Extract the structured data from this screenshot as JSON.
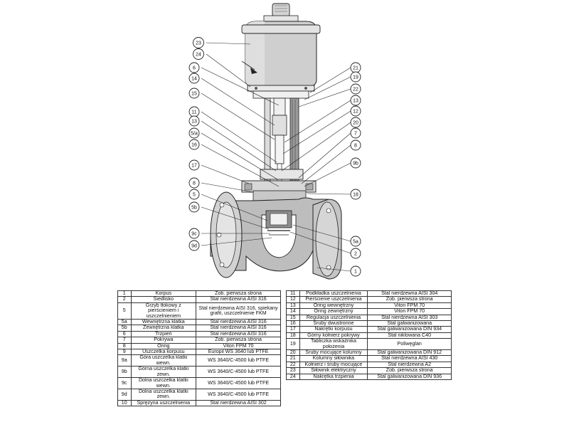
{
  "callouts_left": [
    "23",
    "24",
    "6",
    "14",
    "15",
    "11",
    "13",
    "5/a",
    "16",
    "17",
    "8",
    "5",
    "5b",
    "9c",
    "9d"
  ],
  "callouts_right": [
    "21",
    "19",
    "22",
    "13",
    "12",
    "20",
    "7",
    "8",
    "9b",
    "18",
    "5a",
    "2",
    "1"
  ],
  "parts_left": [
    {
      "no": "1",
      "name": "Korpus",
      "material": "Zob. pierwsza strona"
    },
    {
      "no": "2",
      "name": "Siedlisko",
      "material": "Stal nierdzewna AISI 316"
    },
    {
      "no": "5",
      "name": "Grzyb tłokowy z pierścieniem i uszczelnieniem",
      "material": "Stal nierdzewna AISI 316, spiekany grafit, uszczelnienie FKM"
    },
    {
      "no": "5a",
      "name": "Wewnętrzna klatka",
      "material": "Stal nierdzewna AISI 316"
    },
    {
      "no": "5b",
      "name": "Zewnętrzna klatka",
      "material": "Stal nierdzewna AISI 316"
    },
    {
      "no": "6",
      "name": "Trzpień",
      "material": "Stal nierdzewna AISI 316"
    },
    {
      "no": "7",
      "name": "Pokrywa",
      "material": "Zob. pierwsza strona"
    },
    {
      "no": "8",
      "name": "Oring",
      "material": "Viton FPM 70"
    },
    {
      "no": "9",
      "name": "Uszczelka korpusu",
      "material": "Europil WS 3640 lub PTFE"
    },
    {
      "no": "9a",
      "name": "Góra uszczelka klatki wewn.",
      "material": "WS 3640/C-4500 lub PTFE"
    },
    {
      "no": "9b",
      "name": "Górna uszczelka klatki zewn.",
      "material": "WS 3640/C-4500 lub PTFE"
    },
    {
      "no": "9c",
      "name": "Dolna uszczelka klatki wewn.",
      "material": "WS 3640/C-4500 lub PTFE"
    },
    {
      "no": "9d",
      "name": "Dolna uszczelka klatki zewn.",
      "material": "WS 3640/C-4500 lub PTFE"
    },
    {
      "no": "10",
      "name": "Sprężyna uszczelnienia",
      "material": "Stal nierdzewna AISI 302"
    }
  ],
  "parts_right": [
    {
      "no": "11",
      "name": "Podkładka uszczelnienia",
      "material": "Stal nierdzewna AISI 304"
    },
    {
      "no": "12",
      "name": "Pierścienie uszczelnienia",
      "material": "Zob. pierwsza strona"
    },
    {
      "no": "13",
      "name": "Oring wewnętrzny",
      "material": "Viton FPM 70"
    },
    {
      "no": "14",
      "name": "Oring zewnętrzny",
      "material": "Viton FPM 70"
    },
    {
      "no": "15",
      "name": "Regulacja uszczelnienia",
      "material": "Stal nierdzewna AISI 303"
    },
    {
      "no": "16",
      "name": "Śruby dwustronne",
      "material": "Stal galwanizowana"
    },
    {
      "no": "17",
      "name": "Nakrętki korpusu",
      "material": "Stal galwanizowana DIN 934"
    },
    {
      "no": "18",
      "name": "Górny kołnierz pokrywy",
      "material": "Stal niklowana C40"
    },
    {
      "no": "19",
      "name": "Tabliczka wskaźnika położenia",
      "material": "Poliwęglan"
    },
    {
      "no": "20",
      "name": "Śruby mocujące kolumny",
      "material": "Stal galwanizowana DIN 912"
    },
    {
      "no": "21",
      "name": "Kolumny siłownika",
      "material": "Stal nierdzewna AISI 430"
    },
    {
      "no": "22",
      "name": "Kołnierz i śruby mocujące",
      "material": "Stal nierdzewna A2"
    },
    {
      "no": "23",
      "name": "Siłownik elektryczny",
      "material": "Zob. pierwsza strona"
    },
    {
      "no": "24",
      "name": "Nakrętka trzpienia",
      "material": "Stal galwanizowana DIN 936"
    }
  ]
}
